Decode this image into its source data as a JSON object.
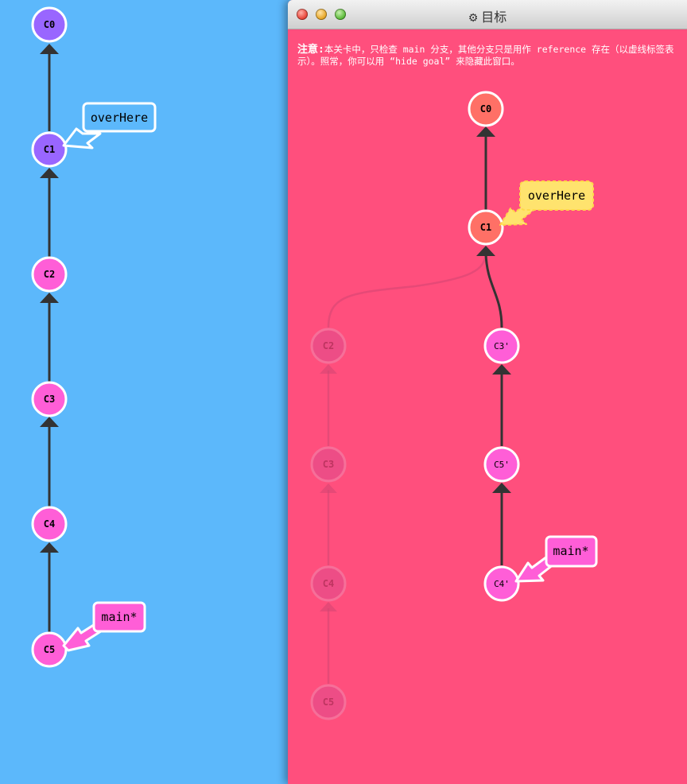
{
  "left_tree": {
    "commits": [
      {
        "id": "C0",
        "color": "#9966ff"
      },
      {
        "id": "C1",
        "color": "#9966ff"
      },
      {
        "id": "C2",
        "color": "#ff5ed7"
      },
      {
        "id": "C3",
        "color": "#ff5ed7"
      },
      {
        "id": "C4",
        "color": "#ff5ed7"
      },
      {
        "id": "C5",
        "color": "#ff5ed7"
      }
    ],
    "branches": [
      {
        "label": "overHere",
        "target": "C1",
        "color": "#5cb8fb"
      },
      {
        "label": "main*",
        "target": "C5",
        "color": "#ff5ed7"
      }
    ]
  },
  "goal_window": {
    "title": "目标",
    "title_icon": "gear-icon",
    "note_label": "注意:",
    "note_text": "本关卡中，只检查 main 分支，其他分支只是用作 reference 存在（以虚线标签表示）。照常，你可以用 “hide goal” 来隐藏此窗口。",
    "commits": [
      {
        "id": "C0",
        "color": "#ff7066",
        "faded": false
      },
      {
        "id": "C1",
        "color": "#ff7066",
        "faded": false
      },
      {
        "id": "C2",
        "color": "#ff5ed7",
        "faded": true
      },
      {
        "id": "C3",
        "color": "#ff5ed7",
        "faded": true
      },
      {
        "id": "C4",
        "color": "#ff5ed7",
        "faded": true
      },
      {
        "id": "C5",
        "color": "#ff5ed7",
        "faded": true
      },
      {
        "id": "C3'",
        "color": "#ff5ed7",
        "faded": false
      },
      {
        "id": "C5'",
        "color": "#ff5ed7",
        "faded": false
      },
      {
        "id": "C4'",
        "color": "#ff5ed7",
        "faded": false
      }
    ],
    "branches": [
      {
        "label": "overHere",
        "target": "C1",
        "color": "#ffe36e",
        "dashed": true
      },
      {
        "label": "main*",
        "target": "C4'",
        "color": "#ff5ed7",
        "dashed": false
      }
    ]
  },
  "colors": {
    "left_background": "#5cb8fb",
    "goal_background": "#ff4f7d",
    "edge": "#333333"
  }
}
